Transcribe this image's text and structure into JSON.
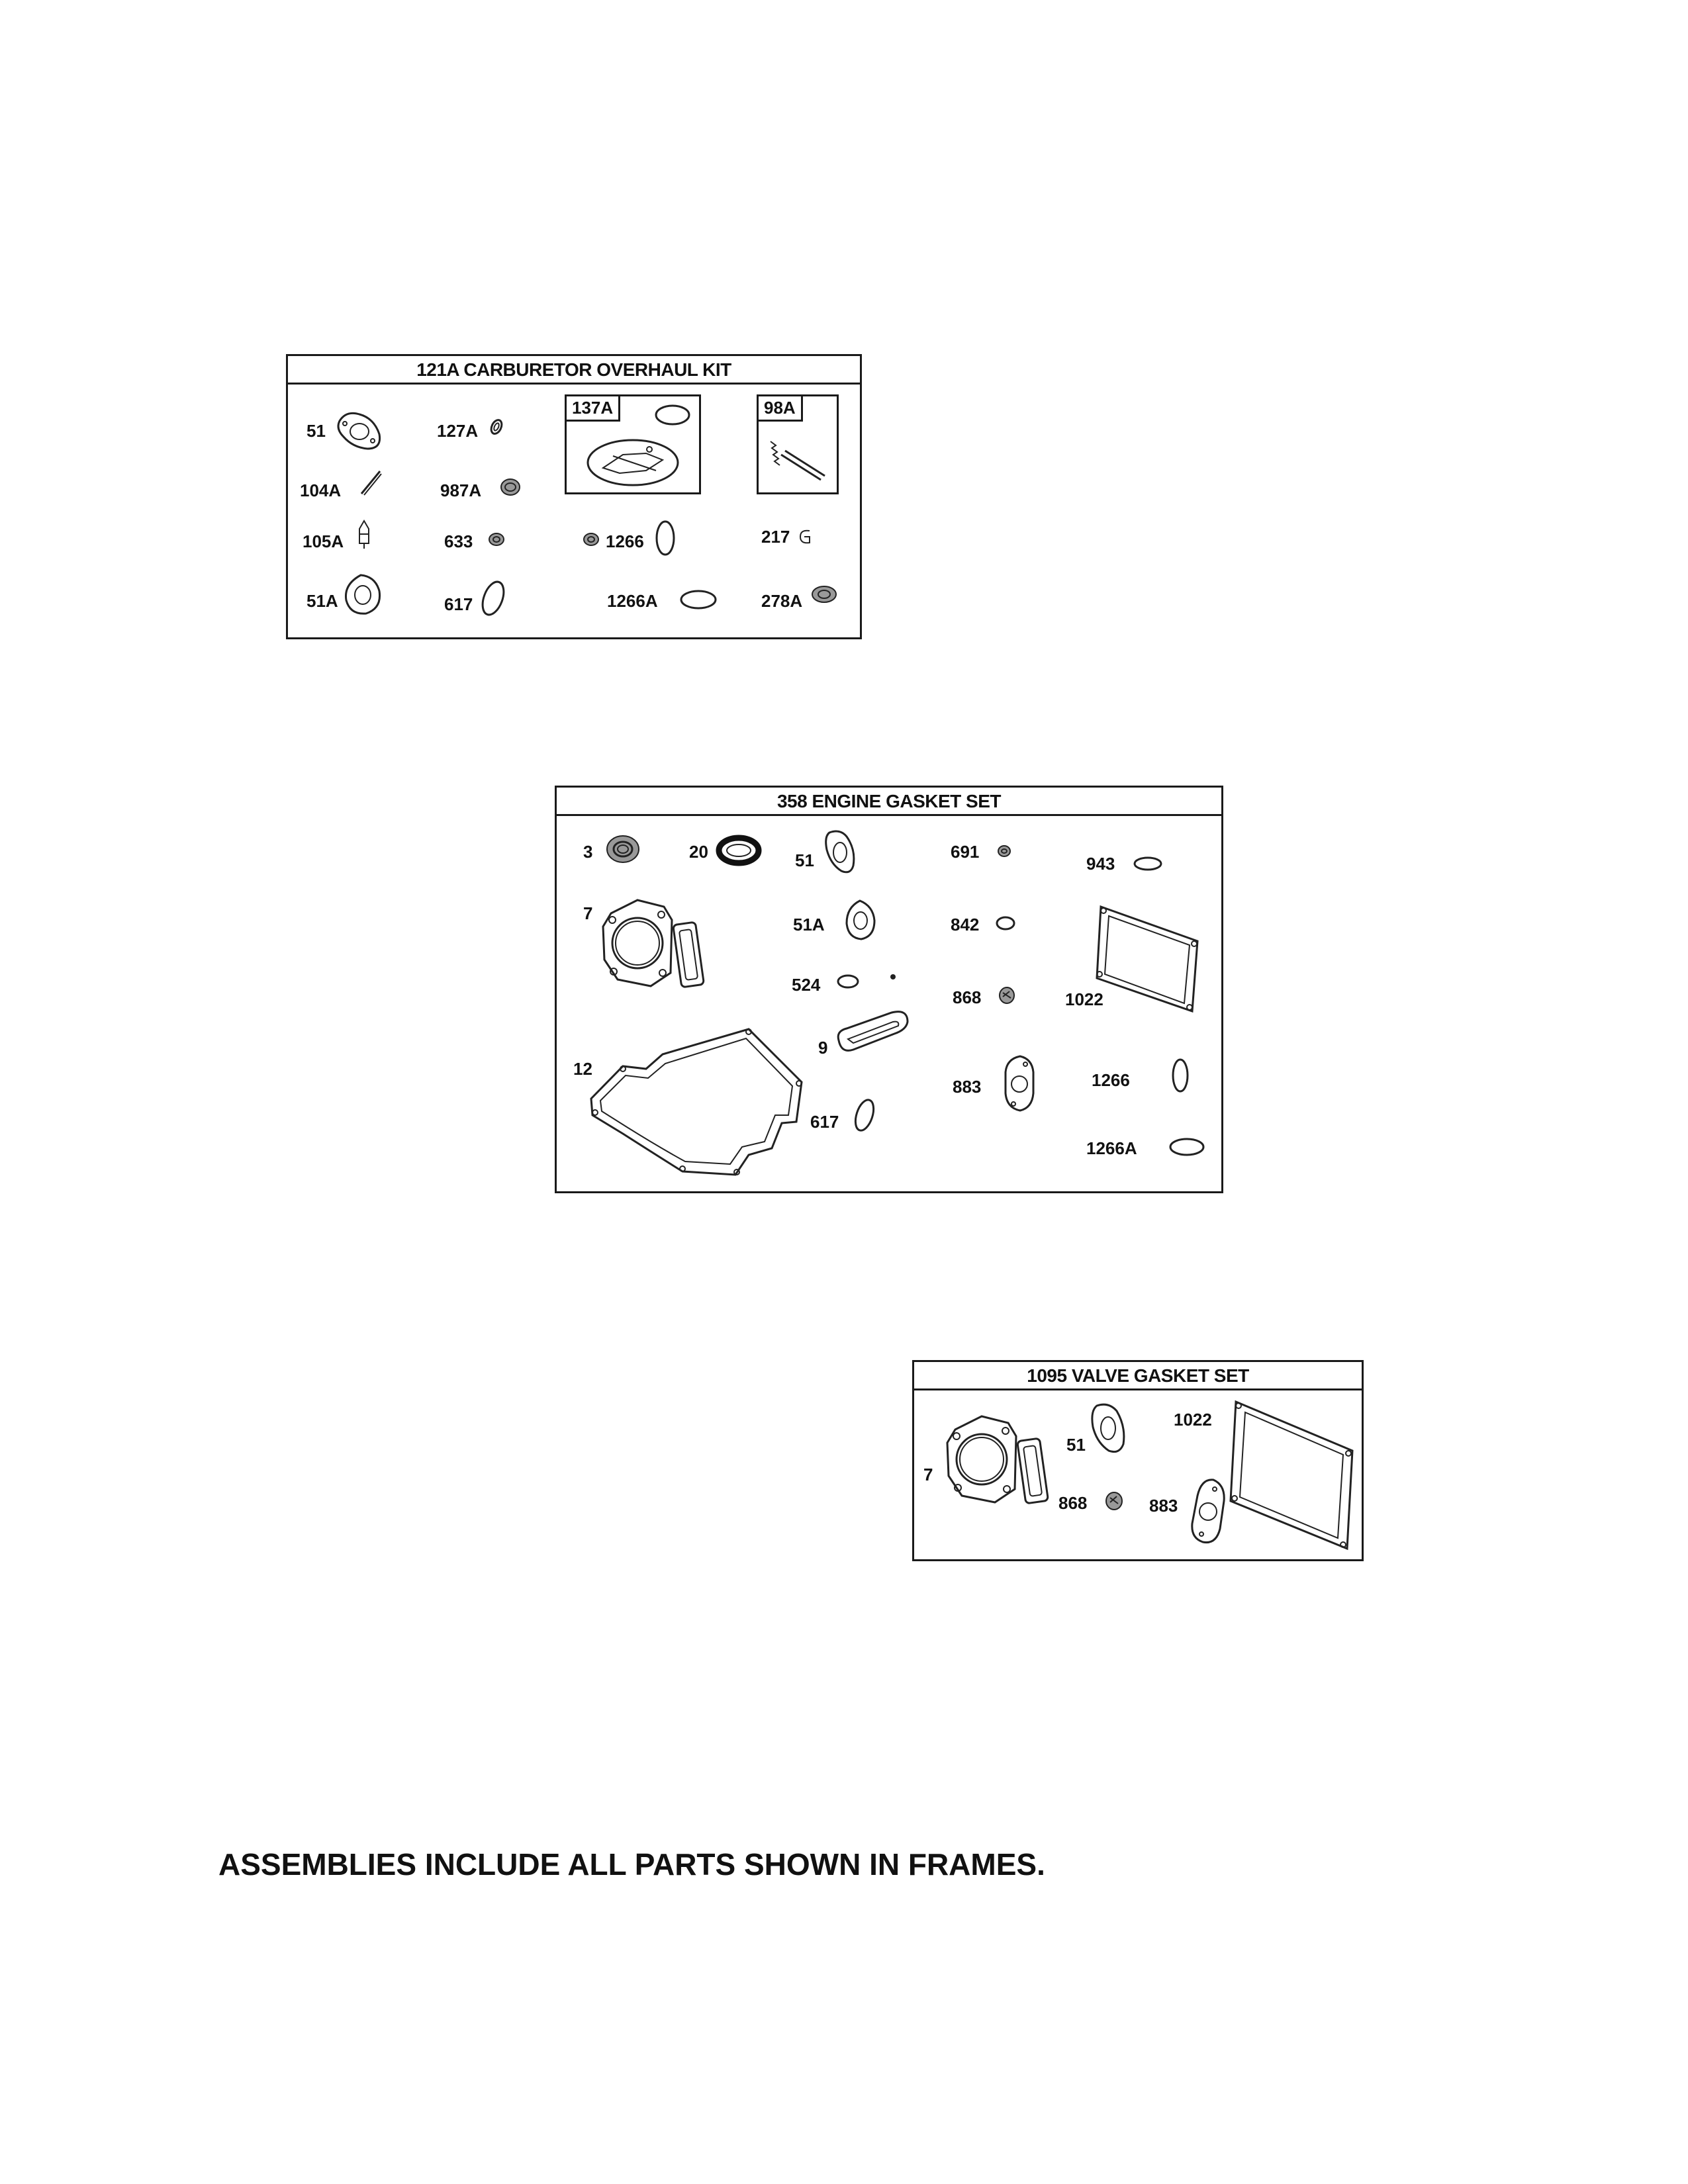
{
  "carburetor_kit": {
    "title": "121A CARBURETOR OVERHAUL KIT",
    "sub_137a": "137A",
    "sub_98a": "98A",
    "parts": [
      "51",
      "127A",
      "104A",
      "987A",
      "105A",
      "633",
      "1266",
      "217",
      "51A",
      "617",
      "1266A",
      "278A"
    ]
  },
  "engine_gasket_set": {
    "title": "358 ENGINE GASKET SET",
    "parts": [
      "3",
      "20",
      "51",
      "691",
      "943",
      "7",
      "51A",
      "842",
      "524",
      "868",
      "1022",
      "9",
      "12",
      "1266",
      "883",
      "617",
      "1266A"
    ]
  },
  "valve_gasket_set": {
    "title": "1095 VALVE GASKET SET",
    "parts": [
      "7",
      "51",
      "1022",
      "868",
      "883"
    ]
  },
  "footer_note": "ASSEMBLIES INCLUDE ALL PARTS SHOWN IN FRAMES."
}
